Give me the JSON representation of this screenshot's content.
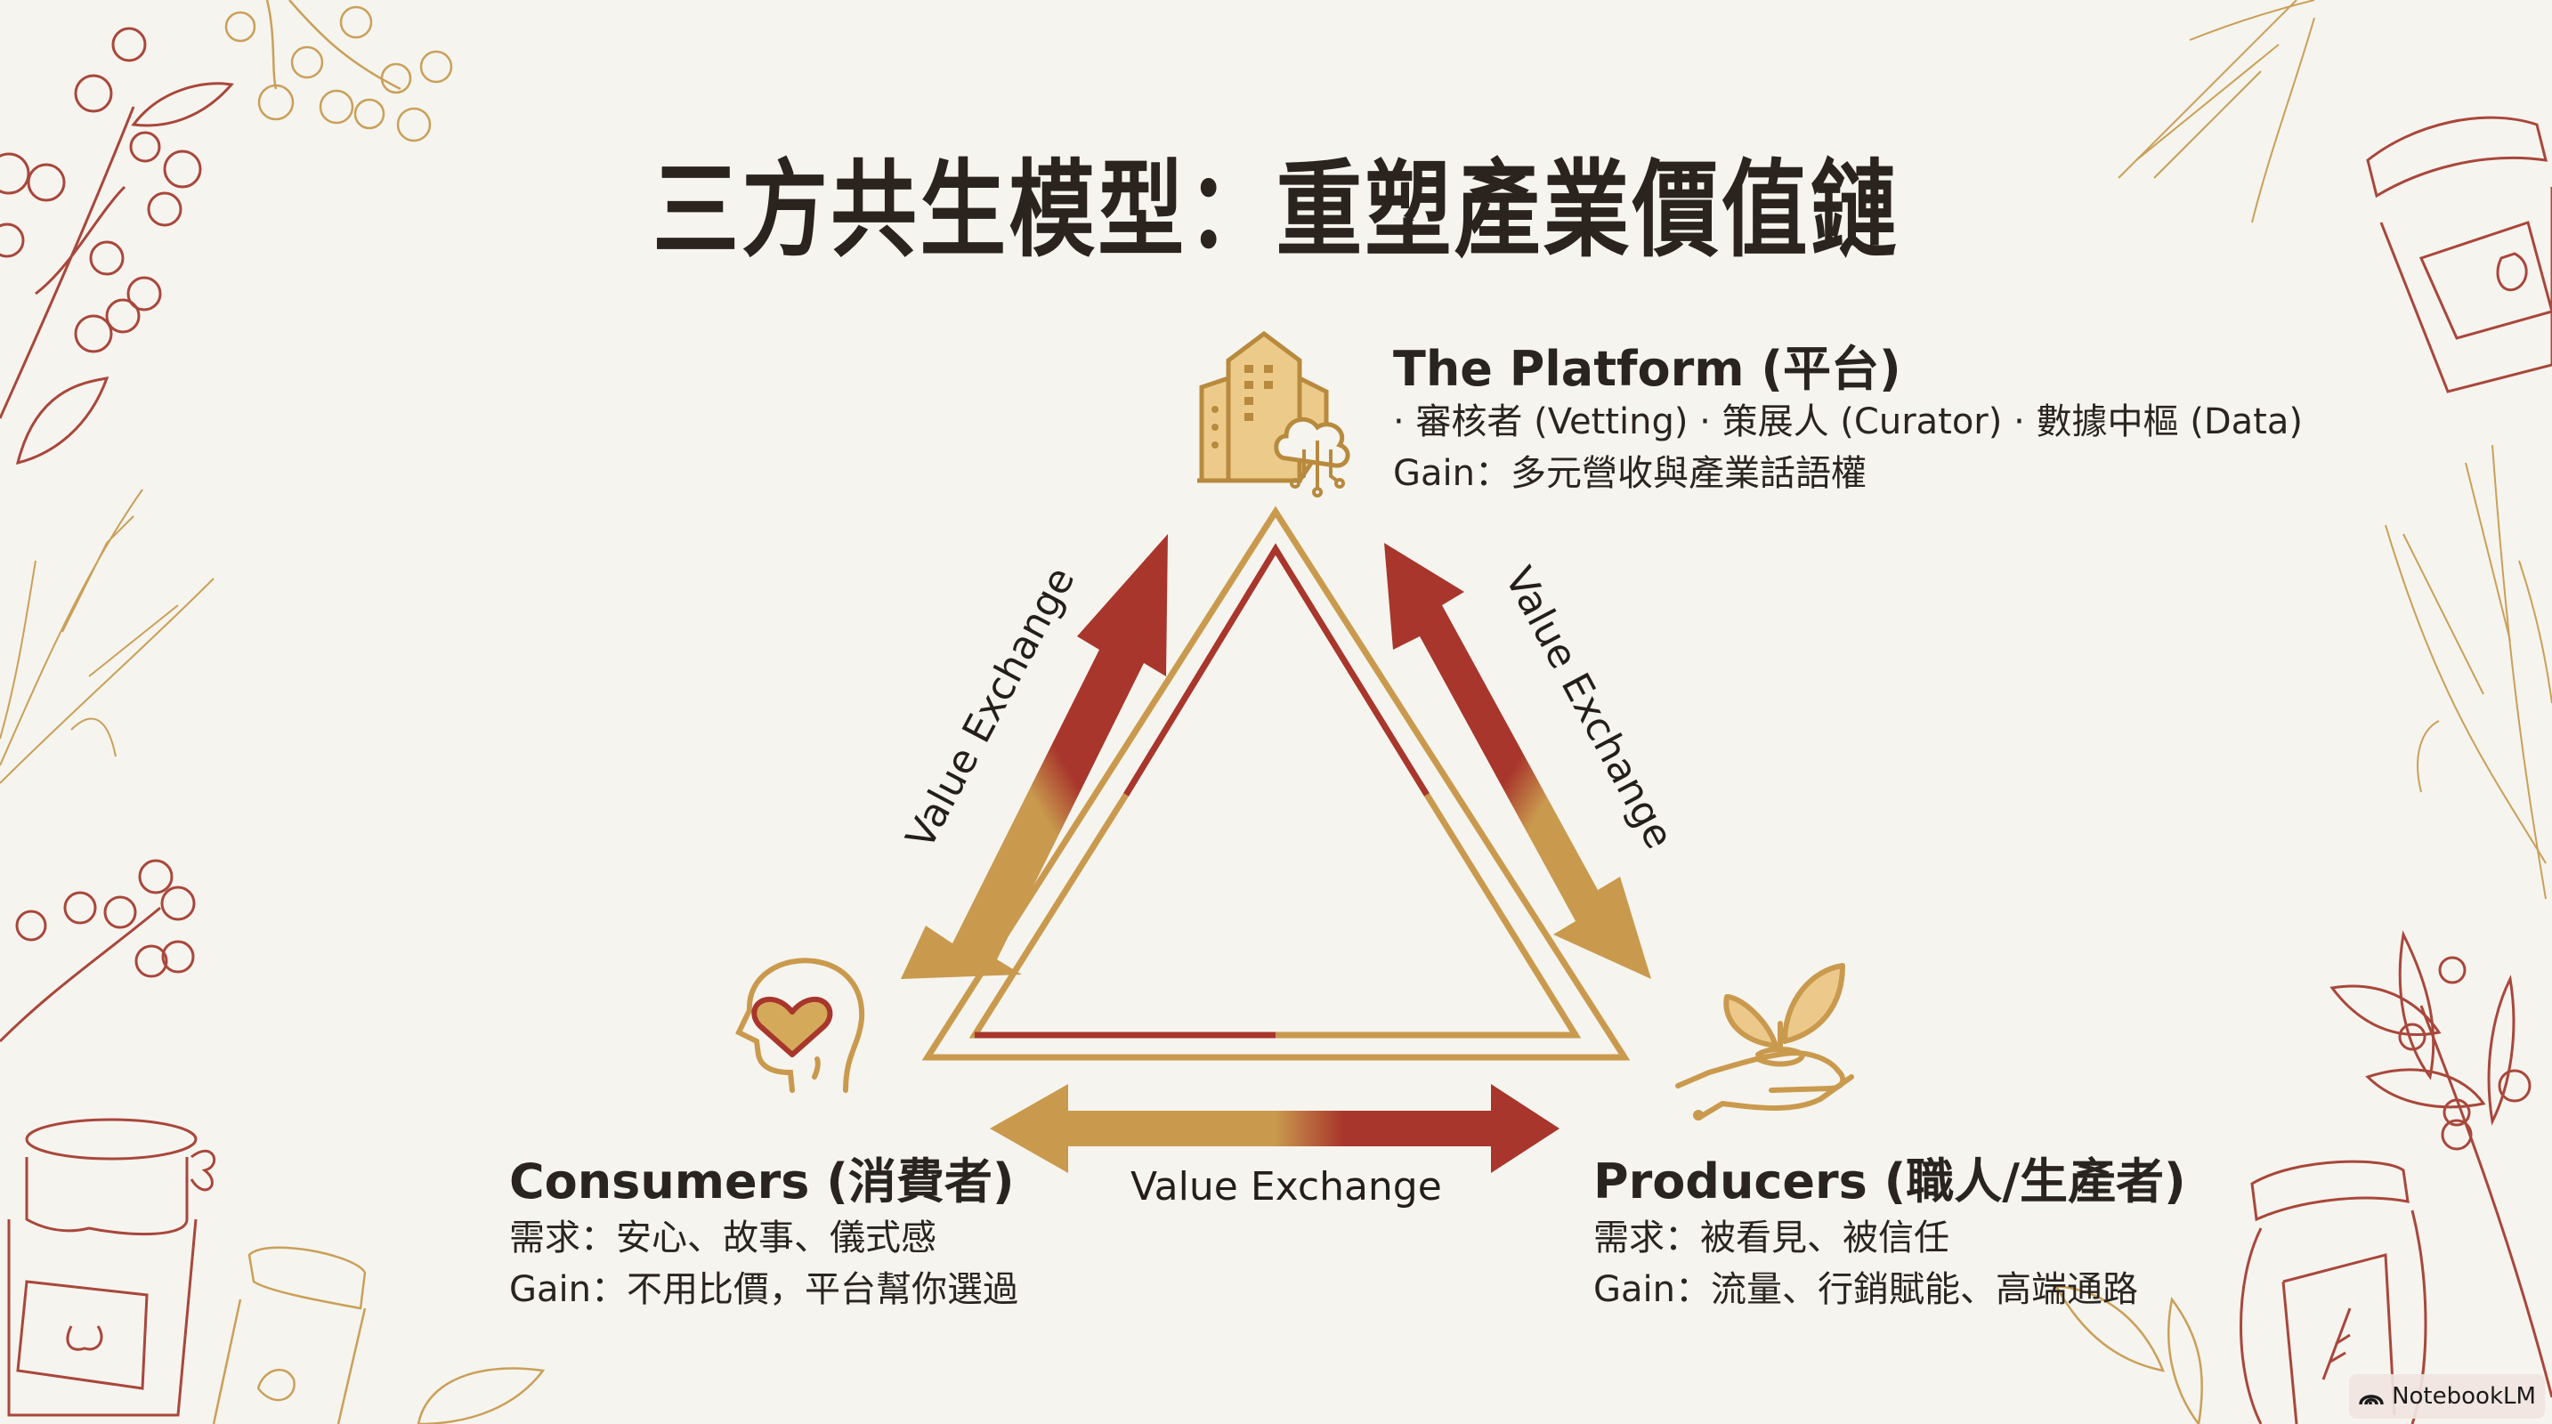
{
  "title": "三方共生模型：重塑產業價值鏈",
  "colors": {
    "background": "#f6f4ee",
    "gold": "#c99a4e",
    "red": "#a8362c",
    "text": "#2a2420"
  },
  "platform": {
    "title": "The Platform (平台)",
    "roles": "· 審核者 (Vetting) · 策展人 (Curator) · 數據中樞 (Data)",
    "gain": "Gain：多元營收與產業話語權",
    "icon": "building-cloud-icon"
  },
  "consumers": {
    "title": "Consumers (消費者)",
    "needs": "需求：安心、故事、儀式感",
    "gain": "Gain：不用比價，平台幫你選過",
    "icon": "head-heart-icon"
  },
  "producers": {
    "title": "Producers (職人/生產者)",
    "needs": "需求：被看見、被信任",
    "gain": "Gain：流量、行銷賦能、高端通路",
    "icon": "hand-sprout-icon"
  },
  "exchanges": {
    "left": "Value Exchange",
    "right": "Value Exchange",
    "bottom": "Value Exchange"
  },
  "watermark": {
    "label": "NotebookLM",
    "icon": "notebooklm-logo-icon"
  }
}
